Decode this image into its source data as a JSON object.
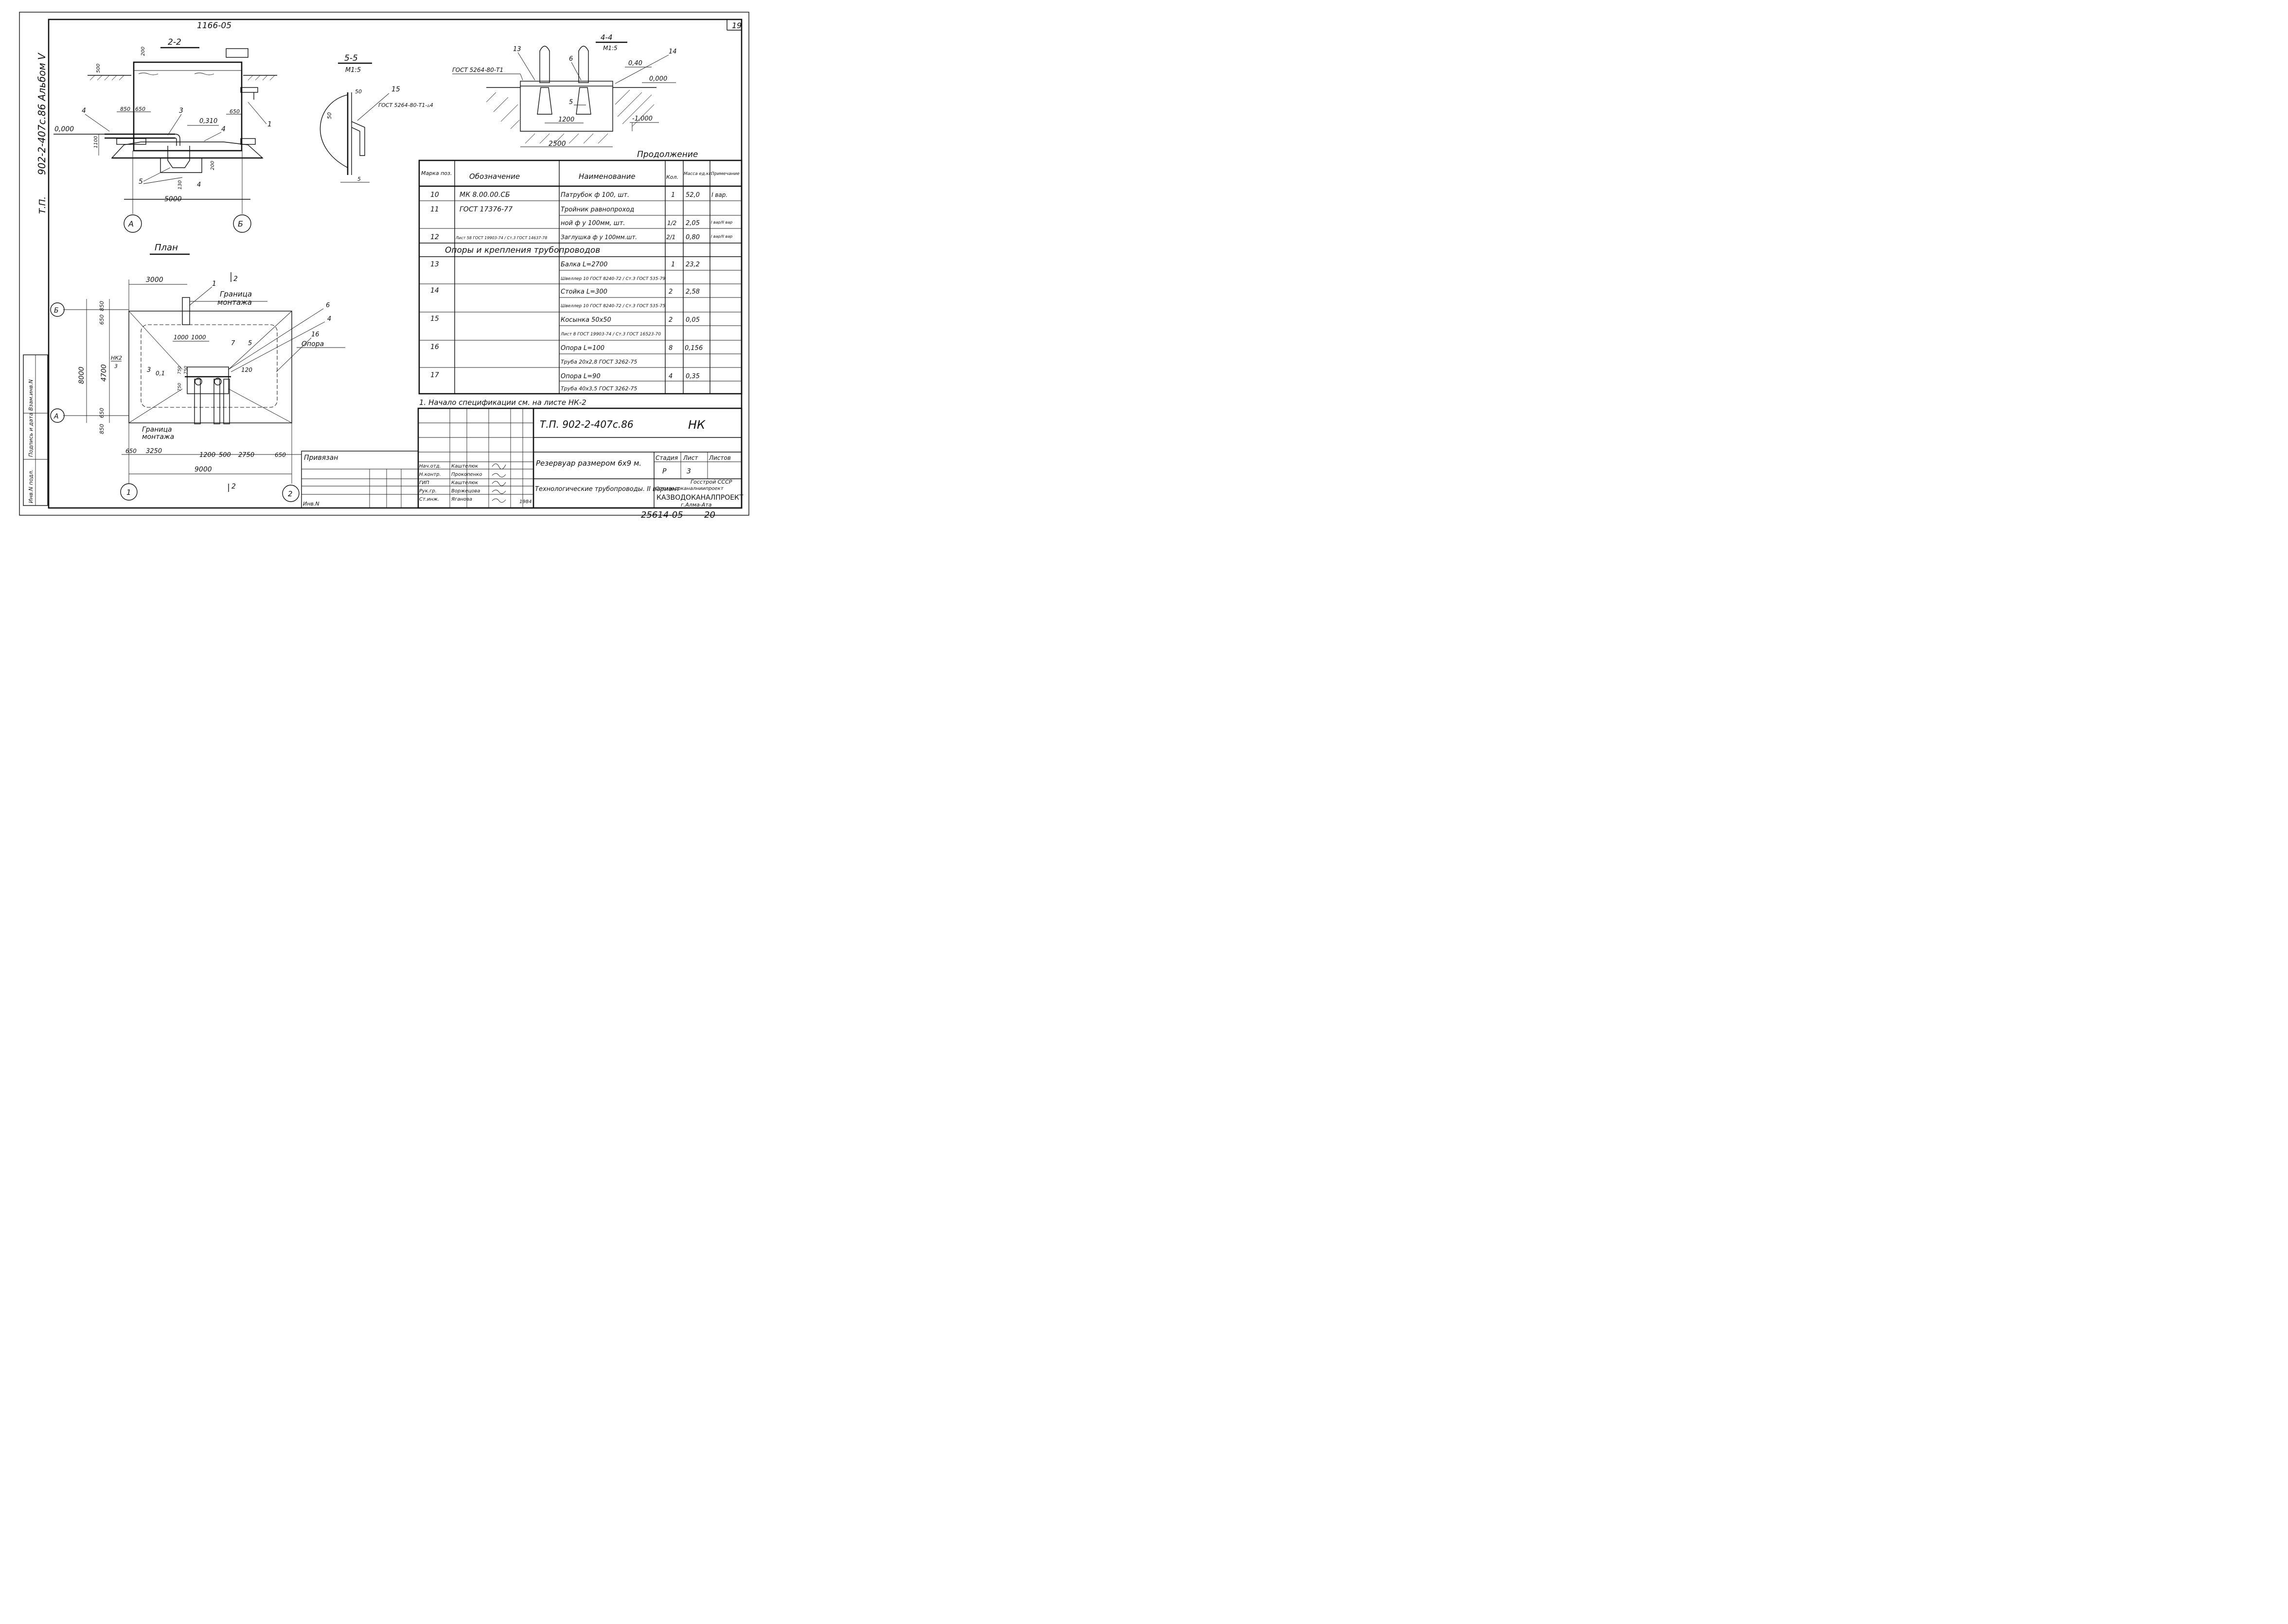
{
  "header": {
    "sheet_code": "1166-05",
    "album_label": "902-2-407с.86 Альбом V",
    "page_number": "19",
    "bottom_code": "25614-05",
    "bottom_number": "20"
  },
  "section_2_2": {
    "title": "2-2",
    "axis_left": "А",
    "axis_right": "Б",
    "level_zero": "0,000",
    "level_pipe": "0,310",
    "dims": [
      "200",
      "500",
      "850",
      "650",
      "650",
      "1100",
      "200",
      "130",
      "5000"
    ],
    "callouts": [
      "4",
      "3",
      "1",
      "4",
      "5",
      "4"
    ]
  },
  "section_5_5": {
    "title": "5-5",
    "scale": "М1:5",
    "gost": "ГОСТ 5264-80-Т1-▵4",
    "dims": [
      "50",
      "50",
      "5"
    ],
    "callouts": [
      "15"
    ]
  },
  "section_4_4": {
    "title": "4-4",
    "scale": "М1:5",
    "gost": "ГОСТ 5264-80-Т1",
    "levels": [
      "0,40",
      "0,000",
      "-1,000"
    ],
    "dims": [
      "1200",
      "2500"
    ],
    "callouts": [
      "13",
      "6",
      "14",
      "5"
    ]
  },
  "plan": {
    "title": "План",
    "axes": [
      "Б",
      "А",
      "1",
      "2"
    ],
    "boundary_top": [
      "Граница",
      "монтажа"
    ],
    "boundary_bottom": [
      "Граница",
      "монтажа"
    ],
    "support_label": "Опора",
    "hk_label": "НК2",
    "hk_sheet": "3",
    "dims_top": [
      "3000",
      "1000",
      "1000"
    ],
    "dims_left": [
      "850",
      "650",
      "8000",
      "4700",
      "650",
      "850"
    ],
    "dims_bottom": [
      "650",
      "3250",
      "1200",
      "500",
      "2750",
      "650",
      "9000"
    ],
    "inner_labels": [
      "7",
      "5",
      "3",
      "0,1",
      "750",
      "750",
      "750",
      "120"
    ],
    "callouts": [
      "1",
      "6",
      "4",
      "16"
    ],
    "section_marks": [
      "2",
      "2"
    ]
  },
  "spec_table": {
    "caption": "Продолжение",
    "headers": [
      "Марка поз.",
      "Обозначение",
      "Наименование",
      "Кол.",
      "Масса ед.кг.",
      "Примечание"
    ],
    "rows": [
      {
        "pos": "10",
        "designation": "МК 8.00.00.СБ",
        "name": "Патрубок ф 100, шт.",
        "qty": "1",
        "mass": "52,0",
        "note": "I вар."
      },
      {
        "pos": "11",
        "designation": "ГОСТ 17376-77",
        "name": "Тройник равнопроход",
        "qty": "",
        "mass": "",
        "note": ""
      },
      {
        "pos": "",
        "designation": "",
        "name": "ной ф у 100мм, шт.",
        "qty": "1/2",
        "mass": "2,05",
        "note": "I вар/II вар"
      },
      {
        "pos": "12",
        "designation": "Лист 58 ГОСТ 19903-74 / Ст.3 ГОСТ 14637-78",
        "name": "Заглушка ф у 100мм.шт.",
        "qty": "2/1",
        "mass": "0,80",
        "note": "I вар/II вар"
      }
    ],
    "group_title": "Опоры и крепления трубопроводов",
    "rows2": [
      {
        "pos": "13",
        "designation": "",
        "name": "Балка    L=2700",
        "qty": "1",
        "mass": "23,2",
        "note": ""
      },
      {
        "pos": "",
        "designation": "",
        "name": "Швеллер 10 ГОСТ 8240-72 / Ст.3 ГОСТ 535-79",
        "qty": "",
        "mass": "",
        "note": ""
      },
      {
        "pos": "14",
        "designation": "",
        "name": "Стойка    L=300",
        "qty": "2",
        "mass": "2,58",
        "note": ""
      },
      {
        "pos": "",
        "designation": "",
        "name": "Швеллер 10 ГОСТ 8240-72 / Ст.3 ГОСТ 535-75",
        "qty": "",
        "mass": "",
        "note": ""
      },
      {
        "pos": "15",
        "designation": "",
        "name": "Косынка   50х50",
        "qty": "2",
        "mass": "0,05",
        "note": ""
      },
      {
        "pos": "",
        "designation": "",
        "name": "Лист 8 ГОСТ 19903-74 / Ст.3 ГОСТ 16523-70",
        "qty": "",
        "mass": "",
        "note": ""
      },
      {
        "pos": "16",
        "designation": "",
        "name": "Опора     L=100",
        "qty": "8",
        "mass": "0,156",
        "note": ""
      },
      {
        "pos": "",
        "designation": "",
        "name": "Труба 20х2,8 ГОСТ 3262-75",
        "qty": "",
        "mass": "",
        "note": ""
      },
      {
        "pos": "17",
        "designation": "",
        "name": "Опора     L=90",
        "qty": "4",
        "mass": "0,35",
        "note": ""
      },
      {
        "pos": "",
        "designation": "",
        "name": "Труба 40х3,5 ГОСТ 3262-75",
        "qty": "",
        "mass": "",
        "note": ""
      }
    ],
    "footnote": "1. Начало спецификации см. на листе  НК-2"
  },
  "title_block": {
    "doc_code": "Т.П. 902-2-407с.86",
    "doc_mark": "НК",
    "object_title": "Резервуар размером 6х9 м.",
    "sheet_title": "Технологические трубопроводы. II вариант",
    "stage_header": "Стадия",
    "sheet_header": "Лист",
    "sheets_header": "Листов",
    "stage": "Р",
    "sheet": "3",
    "org1": "Госстрой СССР",
    "org2": "Союзводоканалниипроект",
    "org3": "КАЗВОДОКАНАЛПРОЕКТ",
    "org4": "г.Алма-Ата",
    "tied": "Привязан",
    "inv": "Инв.N",
    "year": "1984",
    "staff": [
      {
        "role": "Нач.отд.",
        "name": "Каштелюк"
      },
      {
        "role": "Н.контр.",
        "name": "Прокопенко"
      },
      {
        "role": "ГИП",
        "name": "Каштелюк"
      },
      {
        "role": "Рук.гр.",
        "name": "Воржецова"
      },
      {
        "role": "Ст.инж.",
        "name": "Яганова"
      }
    ]
  },
  "side_stamp": [
    "Взам.инв.N",
    "Подпись и дата",
    "Инв.N подл."
  ],
  "side_code": "Т.П."
}
